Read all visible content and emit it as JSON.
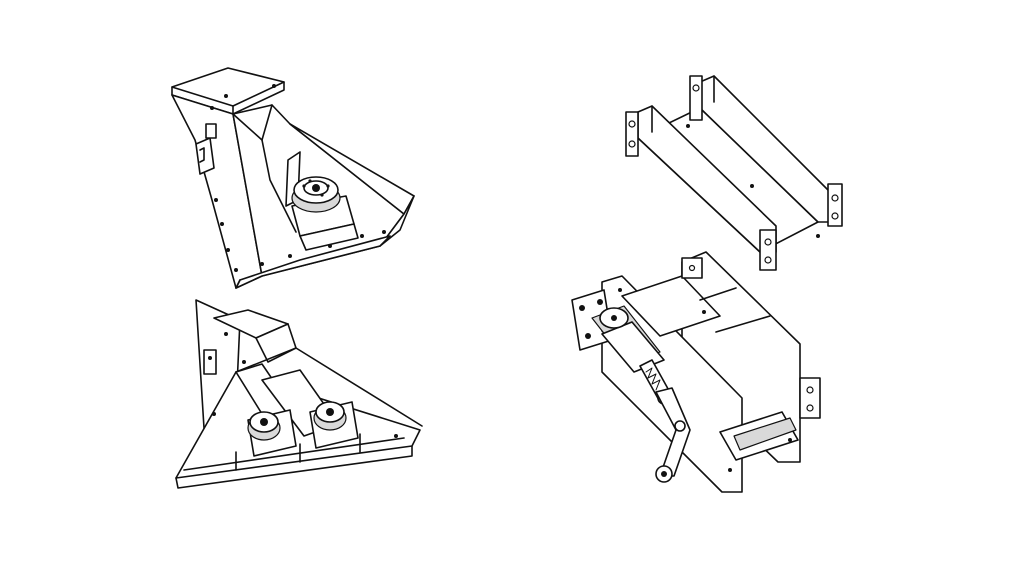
{
  "canvas": {
    "background": "#ffffff",
    "stroke": "#111111"
  },
  "drawings": [
    {
      "id": "hopper-chute-single-roller",
      "description_visible": ""
    },
    {
      "id": "hopper-chute-double-roller",
      "description_visible": ""
    },
    {
      "id": "channel-bracket",
      "description_visible": ""
    },
    {
      "id": "cylinder-actuator-bracket",
      "description_visible": ""
    }
  ]
}
